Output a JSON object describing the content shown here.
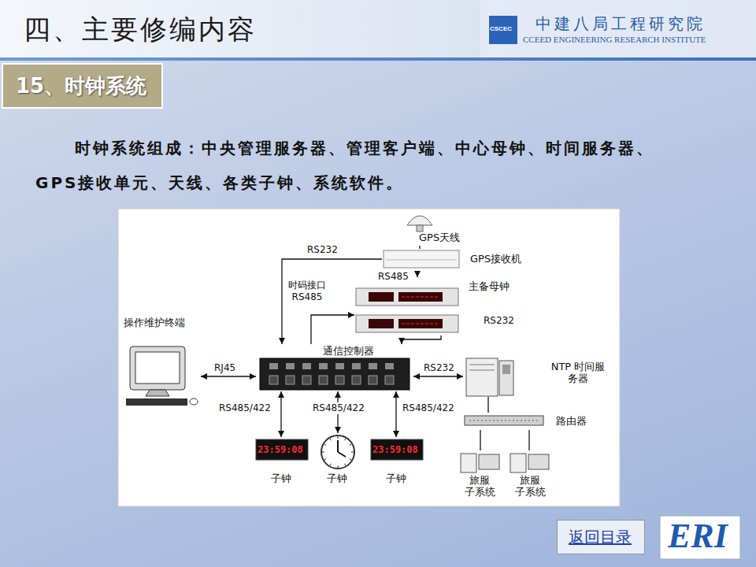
{
  "diagram": {
    "title": "四、主要修编内容",
    "nodes": [
      {
        "text": [
          "15、时钟系统"
        ]
      },
      {
        "text": [
          "GPS天线"
        ]
      },
      {
        "text": [
          "GPS接收机"
        ]
      },
      {
        "text": [
          "主备母钟"
        ]
      },
      {
        "text": [
          "操作维护终端"
        ]
      },
      {
        "text": [
          "通信控制器"
        ]
      },
      {
        "text": [
          "NTP 时间服务器"
        ]
      },
      {
        "text": [
          "路由器"
        ]
      },
      {
        "text": [
          "子钟"
        ]
      },
      {
        "text": [
          "子钟"
        ]
      },
      {
        "text": [
          "子钟"
        ]
      },
      {
        "text": [
          "旅服 子系统"
        ]
      },
      {
        "text": [
          "旅服 子系统"
        ]
      },
      {
        "text": [
          "返回目录"
        ]
      }
    ],
    "edges": [
      {
        "from": 1,
        "to": 2,
        "arrow": "none"
      },
      {
        "from": 2,
        "to": 5,
        "label": "RS232",
        "arrow": "to"
      },
      {
        "from": 2,
        "to": 3,
        "label": "RS485",
        "arrow": "to"
      },
      {
        "from": 5,
        "to": 3,
        "label": "时码接口 RS485",
        "arrow": "to"
      },
      {
        "from": 3,
        "to": 5,
        "label": "RS232",
        "arrow": "to"
      },
      {
        "from": 4,
        "to": 5,
        "label": "RJ45",
        "arrow": "both"
      },
      {
        "from": 5,
        "to": 6,
        "label": "RS232",
        "arrow": "both"
      },
      {
        "from": 5,
        "to": 8,
        "label": "RS485/422",
        "arrow": "both"
      },
      {
        "from": 5,
        "to": 9,
        "label": "RS485/422",
        "arrow": "both"
      },
      {
        "from": 5,
        "to": 10,
        "label": "RS485/422",
        "arrow": "both"
      },
      {
        "from": 6,
        "to": 7,
        "arrow": "none"
      },
      {
        "from": 7,
        "to": 11,
        "arrow": "none"
      },
      {
        "from": 7,
        "to": 12,
        "arrow": "none"
      }
    ],
    "labels": [
      "中建八局工程研究院",
      "CCEED ENGINEERING RESEARCH INSTITUTE",
      "CSCEC",
      "时钟系统组成：中央管理服务器、管理客户端、中心母钟、时间服务器、GPS接收单元、天线、各类子钟、系统软件。",
      "23:59:08",
      "23:59:08",
      "ERI"
    ]
  }
}
